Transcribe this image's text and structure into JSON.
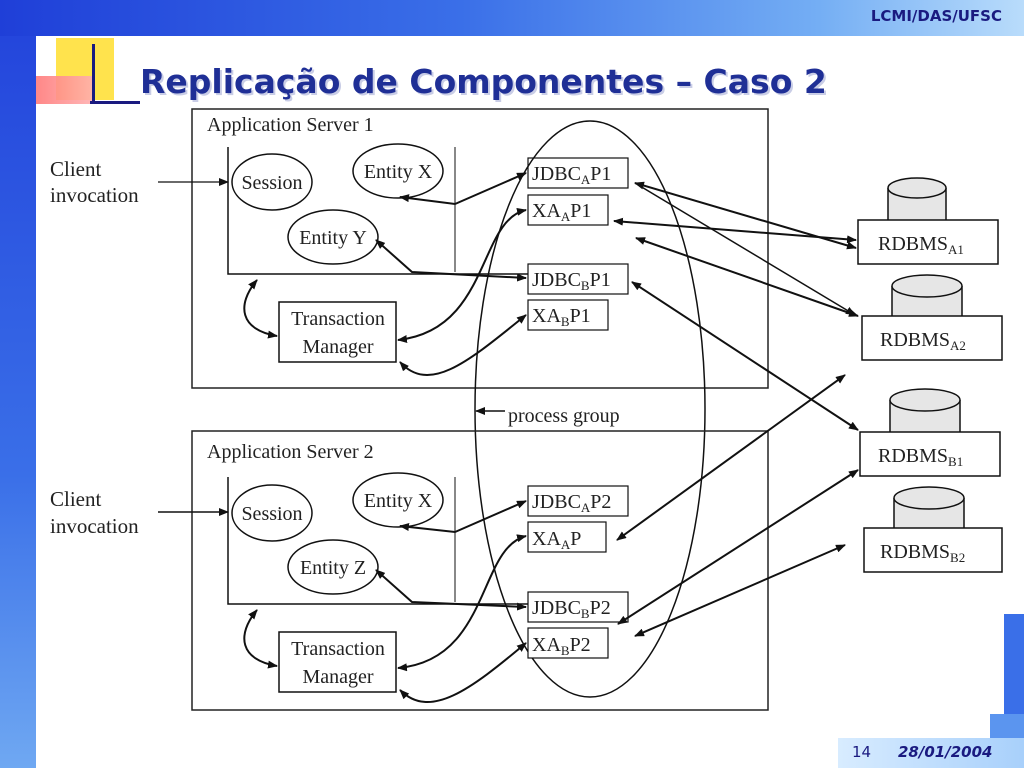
{
  "header": {
    "brand": "LCMI/DAS/UFSC"
  },
  "slide": {
    "title": "Replicação de Componentes – Caso 2"
  },
  "footer": {
    "page": "14",
    "date": "28/01/2004"
  },
  "colors": {
    "title": "#1f2f96",
    "accent": "#3a6fe8",
    "highlight": "#ffe34d"
  },
  "diagram": {
    "server1": {
      "label": "Application Server 1",
      "client": [
        "Client",
        "invocation"
      ],
      "session": "Session",
      "entity_x": "Entity X",
      "entity_y": "Entity Y",
      "tm": [
        "Transaction",
        "Manager"
      ],
      "jdbc_a": {
        "base": "JDBC",
        "sub": "A",
        "suffix": "P1"
      },
      "xa_a": {
        "base": "XA",
        "sub": "A",
        "suffix": "P1"
      },
      "jdbc_b": {
        "base": "JDBC",
        "sub": "B",
        "suffix": "P1"
      },
      "xa_b": {
        "base": "XA",
        "sub": "B",
        "suffix": "P1"
      }
    },
    "server2": {
      "label": "Application Server 2",
      "client": [
        "Client",
        "invocation"
      ],
      "session": "Session",
      "entity_x": "Entity X",
      "entity_z": "Entity Z",
      "tm": [
        "Transaction",
        "Manager"
      ],
      "jdbc_a": {
        "base": "JDBC",
        "sub": "A",
        "suffix": "P2"
      },
      "xa_a": {
        "base": "XA",
        "sub": "A",
        "suffix": "P"
      },
      "jdbc_b": {
        "base": "JDBC",
        "sub": "B",
        "suffix": "P2"
      },
      "xa_b": {
        "base": "XA",
        "sub": "B",
        "suffix": "P2"
      }
    },
    "process_group": "process group",
    "databases": {
      "a1": {
        "base": "RDBMS",
        "sub": "A1"
      },
      "a2": {
        "base": "RDBMS",
        "sub": "A2"
      },
      "b1": {
        "base": "RDBMS",
        "sub": "B1"
      },
      "b2": {
        "base": "RDBMS",
        "sub": "B2"
      }
    }
  }
}
